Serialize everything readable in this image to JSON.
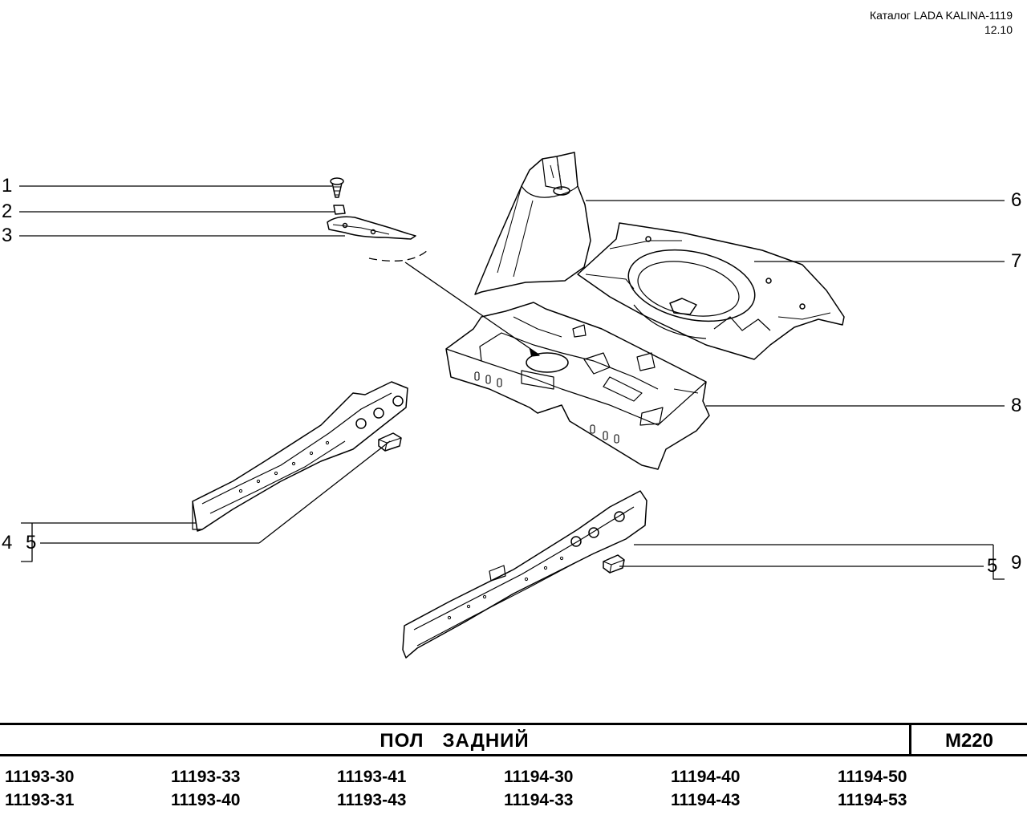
{
  "header": {
    "catalog": "Каталог LADA KALINA-1119",
    "edition": "12.10"
  },
  "callouts": [
    "1",
    "2",
    "3",
    "4",
    "5",
    "6",
    "7",
    "8",
    "9",
    "5"
  ],
  "footer": {
    "title": "ПОЛ   ЗАДНИЙ",
    "code": "M220"
  },
  "models": [
    [
      "11193-30",
      "11193-31"
    ],
    [
      "11193-33",
      "11193-40"
    ],
    [
      "11193-41",
      "11193-43"
    ],
    [
      "11194-30",
      "11194-33"
    ],
    [
      "11194-40",
      "11194-43"
    ],
    [
      "11194-50",
      "11194-53"
    ]
  ]
}
